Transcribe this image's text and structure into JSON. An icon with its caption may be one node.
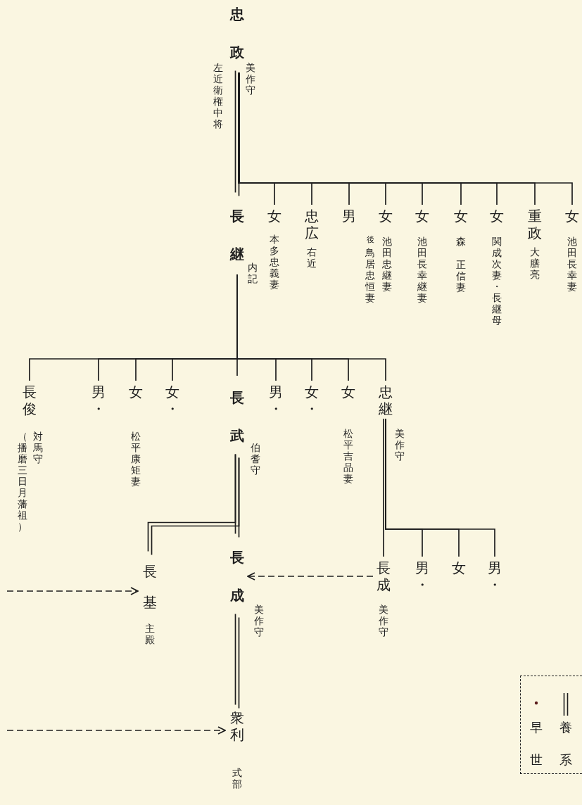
{
  "diagram": {
    "nodes": [
      {
        "text": [
          "忠政"
        ],
        "beside": [
          "美作守",
          "左近衛権中将"
        ]
      },
      {
        "text": [
          "長継"
        ],
        "beside": [
          "内記"
        ]
      },
      {
        "text": [
          "女"
        ],
        "beside": [
          "本多忠義妻"
        ]
      },
      {
        "text": [
          "忠広"
        ],
        "beside": [
          "右近"
        ]
      },
      {
        "text": [
          "男"
        ]
      },
      {
        "text": [
          "女"
        ],
        "beside": [
          "池田忠継妻",
          "$^{後}$鳥居忠恒妻"
        ]
      },
      {
        "text": [
          "女"
        ],
        "beside": [
          "池田長幸継妻"
        ]
      },
      {
        "text": [
          "女"
        ],
        "beside": [
          "森",
          "正信妻"
        ]
      },
      {
        "text": [
          "女"
        ],
        "beside": [
          "関成次妻・長継母"
        ]
      },
      {
        "text": [
          "重政"
        ],
        "beside": [
          "大膳亮"
        ]
      },
      {
        "text": [
          "女"
        ],
        "beside": [
          "池田長幸妻"
        ]
      },
      {
        "text": [
          "長俊"
        ],
        "beside": [
          "対馬守",
          "（播磨三日月藩祖）"
        ]
      },
      {
        "text": [
          "男・"
        ]
      },
      {
        "text": [
          "女"
        ],
        "beside": [
          "松平康矩妻"
        ]
      },
      {
        "text": [
          "女・"
        ]
      },
      {
        "text": [
          "長武"
        ],
        "beside": [
          "伯耆守"
        ]
      },
      {
        "text": [
          "男・"
        ]
      },
      {
        "text": [
          "女・"
        ]
      },
      {
        "text": [
          "女"
        ],
        "beside": [
          "松平吉品妻"
        ]
      },
      {
        "text": [
          "忠継"
        ],
        "beside": [
          "美作守"
        ]
      },
      {
        "text": [
          "長成"
        ],
        "beside": [
          "美作守"
        ]
      },
      {
        "text": [
          "男・"
        ]
      },
      {
        "text": [
          "女"
        ]
      },
      {
        "text": [
          "男・"
        ]
      },
      {
        "text": [
          "長基"
        ],
        "beside": [
          "主殿"
        ]
      },
      {
        "text": [
          "長成"
        ],
        "beside": [
          "美作守"
        ]
      },
      {
        "text": [
          "衆利"
        ],
        "beside": [
          "式部"
        ]
      }
    ],
    "edges": [
      {
        "from": 0,
        "to": 1,
        "arrow": "none"
      },
      {
        "from": 0,
        "to": 2,
        "arrow": "none"
      },
      {
        "from": 0,
        "to": 3,
        "arrow": "none"
      },
      {
        "from": 0,
        "to": 4,
        "arrow": "none"
      },
      {
        "from": 0,
        "to": 5,
        "arrow": "none"
      },
      {
        "from": 0,
        "to": 6,
        "arrow": "none"
      },
      {
        "from": 0,
        "to": 7,
        "arrow": "none"
      },
      {
        "from": 0,
        "to": 8,
        "arrow": "none"
      },
      {
        "from": 0,
        "to": 9,
        "arrow": "none"
      },
      {
        "from": 0,
        "to": 10,
        "arrow": "none"
      },
      {
        "from": 1,
        "to": 11,
        "arrow": "none"
      },
      {
        "from": 1,
        "to": 12,
        "arrow": "none"
      },
      {
        "from": 1,
        "to": 13,
        "arrow": "none"
      },
      {
        "from": 1,
        "to": 14,
        "arrow": "none"
      },
      {
        "from": 1,
        "to": 15,
        "arrow": "none"
      },
      {
        "from": 1,
        "to": 16,
        "arrow": "none"
      },
      {
        "from": 1,
        "to": 17,
        "arrow": "none"
      },
      {
        "from": 1,
        "to": 18,
        "arrow": "none"
      },
      {
        "from": 1,
        "to": 19,
        "arrow": "none"
      },
      {
        "from": 19,
        "to": 20,
        "arrow": "none"
      },
      {
        "from": 19,
        "to": 21,
        "arrow": "none"
      },
      {
        "from": 19,
        "to": 22,
        "arrow": "none"
      },
      {
        "from": 19,
        "to": 23,
        "arrow": "none"
      },
      {
        "from": 15,
        "to": 24,
        "arrow": "none"
      },
      {
        "from": 15,
        "to": 25,
        "arrow": "none"
      },
      {
        "from": 25,
        "to": 26,
        "arrow": "none"
      },
      {
        "from": 20,
        "to": 25,
        "arrow": "to",
        "style": "dashed"
      },
      {
        "from": null,
        "to": 24,
        "arrow": "to",
        "style": "dashed"
      },
      {
        "from": null,
        "to": 26,
        "arrow": "to",
        "style": "dashed"
      }
    ],
    "legend": [
      {
        "text": "早世"
      },
      {
        "text": "養系"
      }
    ]
  }
}
